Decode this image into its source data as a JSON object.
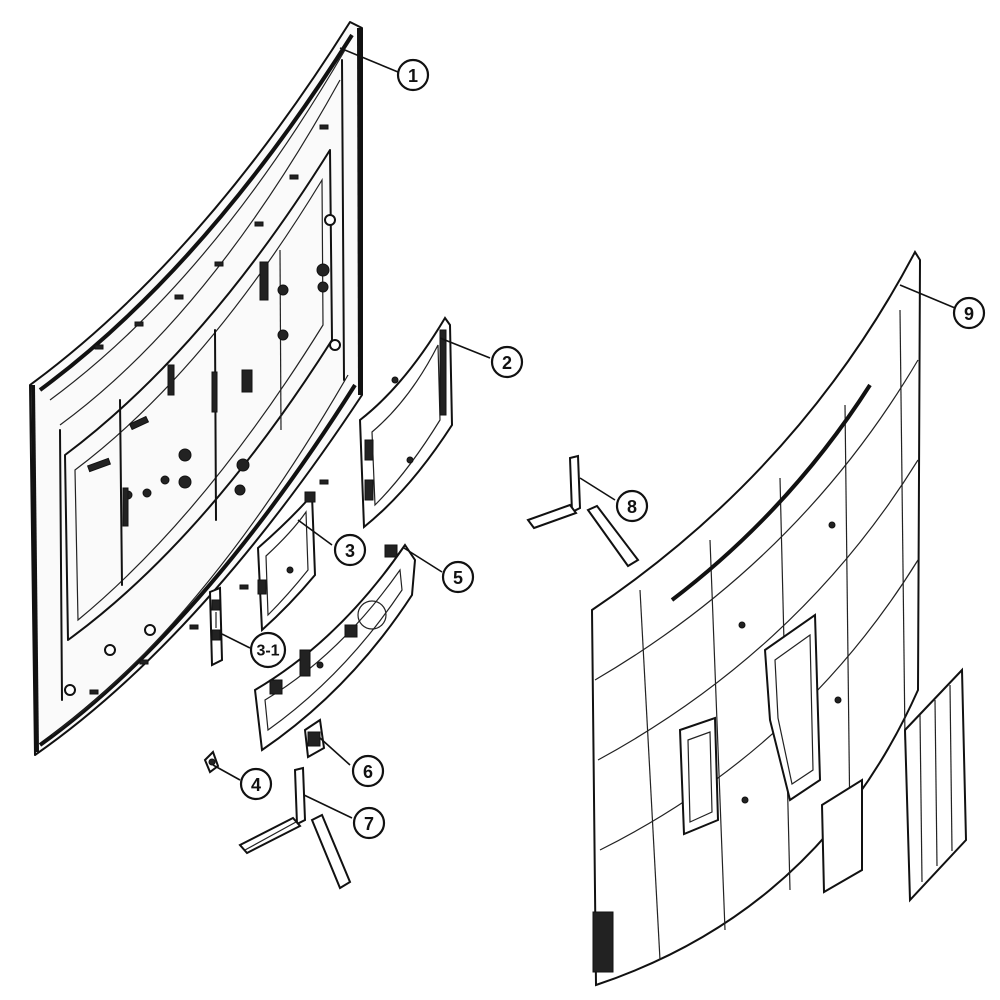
{
  "callouts": {
    "c1": "1",
    "c2": "2",
    "c3": "3",
    "c3_1": "3-1",
    "c4": "4",
    "c5": "5",
    "c6": "6",
    "c7": "7",
    "c8": "8",
    "c9": "9"
  },
  "colors": {
    "line": "#111111",
    "background": "#ffffff"
  }
}
